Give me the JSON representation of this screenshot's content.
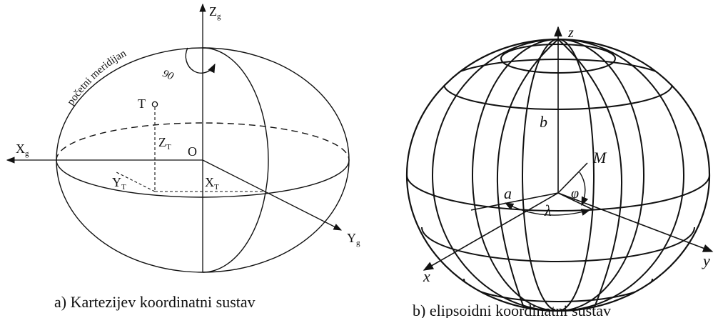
{
  "left": {
    "axis_zg": "Z",
    "axis_zg_sub": "g",
    "axis_xg": "X",
    "axis_xg_sub": "g",
    "axis_yg": "Y",
    "axis_yg_sub": "g",
    "meridian_label": "početni meridijan",
    "angle_label": "90",
    "point_label": "T",
    "origin_label": "O",
    "zt": "Z",
    "zt_sub": "T",
    "yt": "Y",
    "yt_sub": "T",
    "xt": "X",
    "xt_sub": "T",
    "caption": "a)  Kartezijev  koordinatni sustav"
  },
  "right": {
    "axis_z": "z",
    "axis_x": "x",
    "axis_y": "y",
    "label_b": "b",
    "label_a": "a",
    "label_m": "M",
    "label_lambda": "λ",
    "label_phi": "φ",
    "caption": "b)  elipsoidni koordinatni sustav"
  }
}
